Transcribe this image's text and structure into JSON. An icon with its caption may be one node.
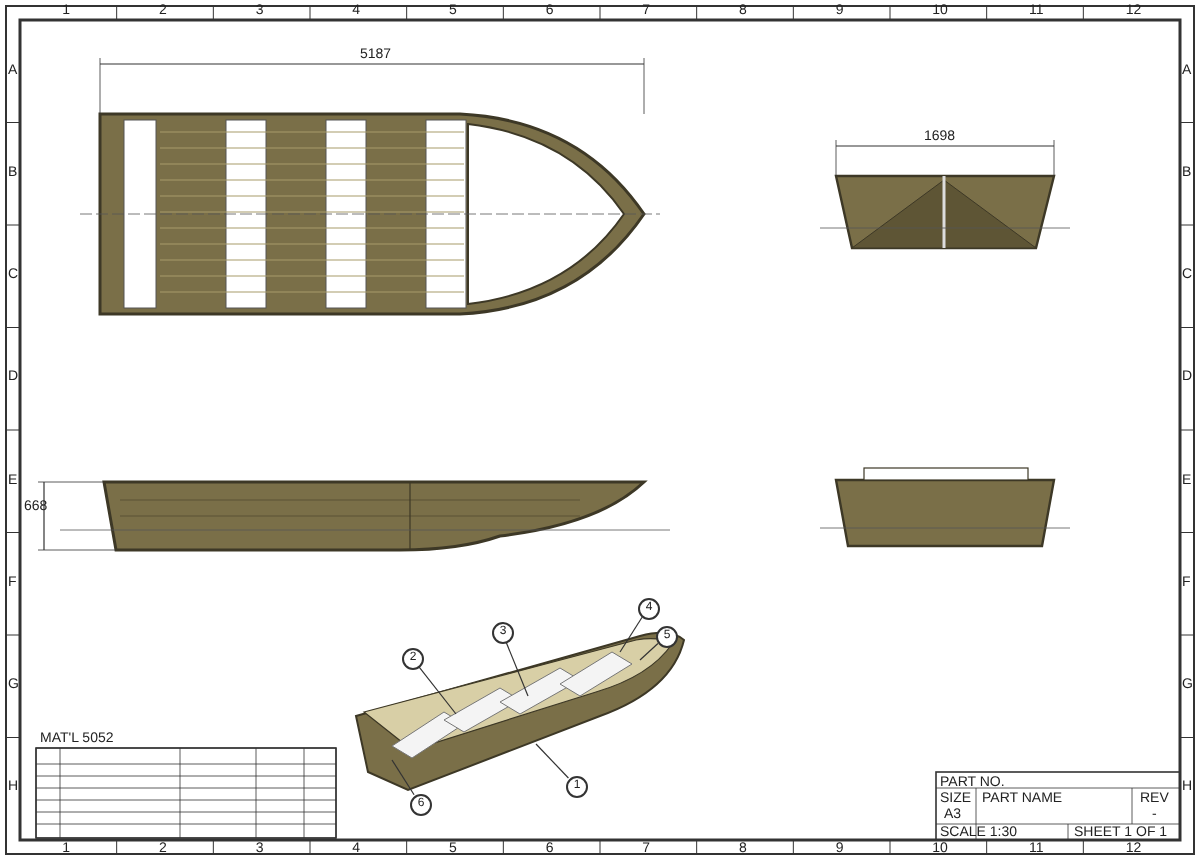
{
  "diagram": {
    "nodes": [
      {
        "text": [
          "2"
        ]
      },
      {
        "text": [
          "3"
        ]
      },
      {
        "text": [
          "4"
        ]
      },
      {
        "text": [
          "5"
        ]
      },
      {
        "text": [
          "1"
        ]
      },
      {
        "text": [
          "6"
        ]
      }
    ],
    "edges": [
      {
        "from": 0,
        "to": null,
        "arrow": "none"
      },
      {
        "from": 1,
        "to": null,
        "arrow": "none"
      },
      {
        "from": 2,
        "to": null,
        "arrow": "none"
      },
      {
        "from": 3,
        "to": null,
        "arrow": "none"
      },
      {
        "from": 4,
        "to": null,
        "arrow": "none"
      },
      {
        "from": 5,
        "to": null,
        "arrow": "none"
      }
    ],
    "labels": [
      "5187",
      "1698",
      "668",
      "MAT'L 5052",
      "PART NO.",
      "SIZE",
      "A3",
      "PART NAME",
      "REV",
      "-",
      "SCALE 1:30",
      "SHEET 1 OF 1",
      "1",
      "2",
      "3",
      "4",
      "5",
      "6",
      "7",
      "8",
      "9",
      "10",
      "11",
      "12",
      "A",
      "B",
      "C",
      "D",
      "E",
      "F",
      "G",
      "H",
      "A",
      "B",
      "C",
      "D",
      "E",
      "F",
      "G",
      "H",
      "1",
      "2",
      "3",
      "4",
      "5",
      "6",
      "7",
      "8",
      "9",
      "10",
      "11",
      "12"
    ]
  }
}
